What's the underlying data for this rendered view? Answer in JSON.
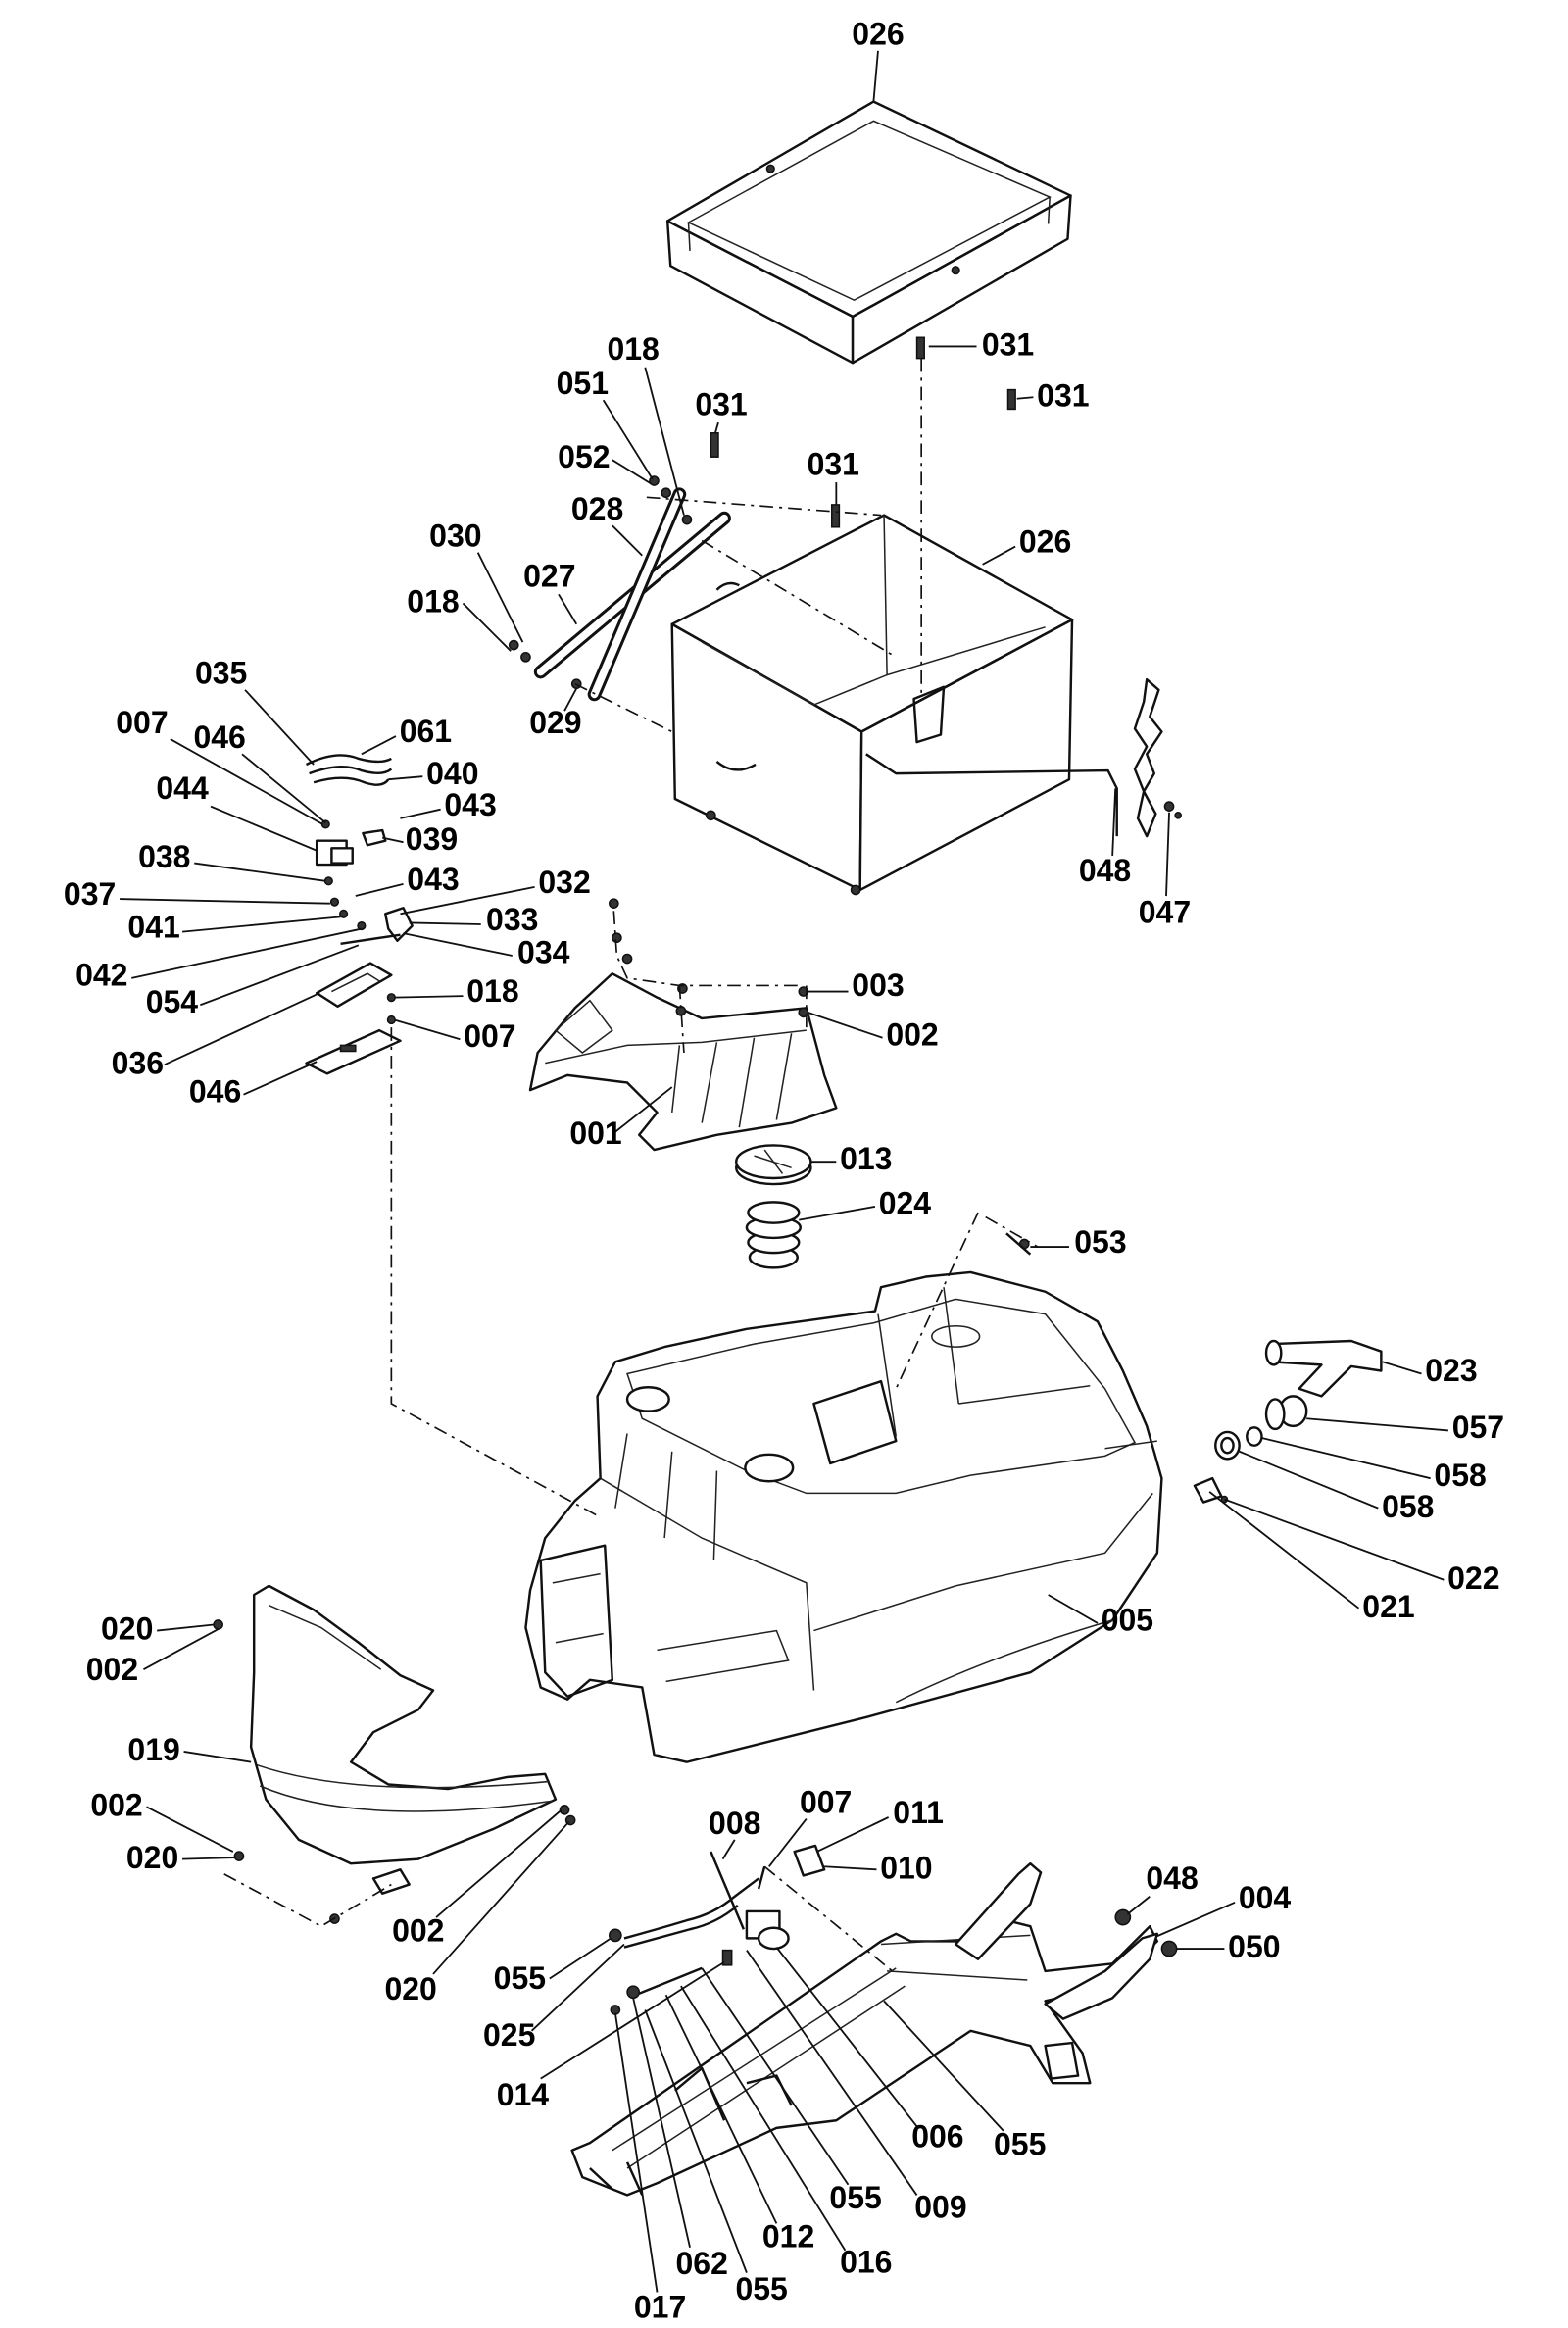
{
  "callouts": [
    "026",
    "031",
    "031",
    "018",
    "051",
    "031",
    "052",
    "031",
    "028",
    "026",
    "030",
    "027",
    "018",
    "029",
    "035",
    "061",
    "007",
    "046",
    "040",
    "044",
    "043",
    "039",
    "038",
    "043",
    "032",
    "037",
    "033",
    "041",
    "034",
    "042",
    "003",
    "054",
    "018",
    "002",
    "007",
    "036",
    "046",
    "001",
    "013",
    "024",
    "053",
    "048",
    "047",
    "023",
    "057",
    "058",
    "058",
    "022",
    "021",
    "005",
    "020",
    "002",
    "019",
    "002",
    "020",
    "007",
    "008",
    "011",
    "010",
    "048",
    "004",
    "050",
    "002",
    "055",
    "020",
    "025",
    "014",
    "006",
    "055",
    "055",
    "009",
    "012",
    "016",
    "062",
    "055",
    "017"
  ]
}
